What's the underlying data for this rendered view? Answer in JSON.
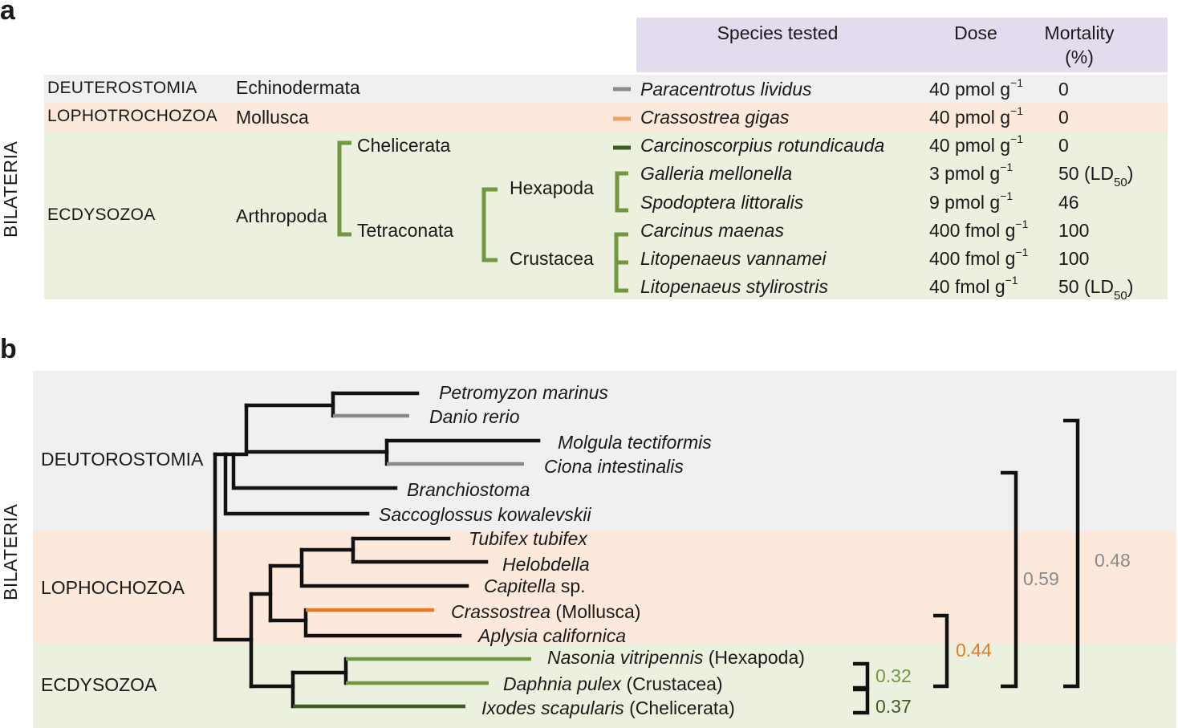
{
  "panels": {
    "a": "a",
    "b": "b"
  },
  "colors": {
    "deut_band": "#f0f0f0",
    "loph_band": "#fce9dc",
    "ecdy_band": "#ebf0df",
    "header_band": "#e3dcee",
    "gray": "#8a8a8a",
    "orange": "#e8791f",
    "green": "#72973e",
    "darkgreen": "#3f5a21"
  },
  "table": {
    "bilateria_label": "BILATERIA",
    "headers": {
      "species": "Species tested",
      "dose": "Dose",
      "mortality_line1": "Mortality",
      "mortality_line2": "(%)"
    },
    "groups": {
      "deuterostomia": "DEUTEROSTOMIA",
      "lophotrochozoa": "LOPHOTROCHOZOA",
      "ecdysozoa": "ECDYSOZOA"
    },
    "phyla": {
      "echinodermata": "Echinodermata",
      "mollusca": "Mollusca",
      "arthropoda": "Arthropoda",
      "chelicerata": "Chelicerata",
      "tetraconata": "Tetraconata",
      "hexapoda": "Hexapoda",
      "crustacea": "Crustacea"
    },
    "rows": [
      {
        "species": "Paracentrotus lividus",
        "dose": "40 pmol g",
        "dose_exp": "−1",
        "mortality": "0",
        "mort_sub": ""
      },
      {
        "species": "Crassostrea gigas",
        "dose": "40 pmol g",
        "dose_exp": "−1",
        "mortality": "0",
        "mort_sub": ""
      },
      {
        "species": "Carcinoscorpius rotundicauda",
        "dose": "40 pmol g",
        "dose_exp": "−1",
        "mortality": "0",
        "mort_sub": ""
      },
      {
        "species": "Galleria mellonella",
        "dose": "3 pmol g",
        "dose_exp": "−1",
        "mortality": "50 (LD",
        "mort_sub": "50",
        "mort_tail": ")"
      },
      {
        "species": "Spodoptera littoralis",
        "dose": "9 pmol g",
        "dose_exp": "−1",
        "mortality": "46",
        "mort_sub": ""
      },
      {
        "species": "Carcinus maenas",
        "dose": "400 fmol g",
        "dose_exp": "−1",
        "mortality": "100",
        "mort_sub": ""
      },
      {
        "species": "Litopenaeus vannamei",
        "dose": "400 fmol g",
        "dose_exp": "−1",
        "mortality": "100",
        "mort_sub": ""
      },
      {
        "species": "Litopenaeus stylirostris",
        "dose": "40 fmol g",
        "dose_exp": "−1",
        "mortality": "50 (LD",
        "mort_sub": "50",
        "mort_tail": ")"
      }
    ]
  },
  "tree": {
    "bilateria_label": "BILATERIA",
    "groups": {
      "deutorostomia": "DEUTOROSTOMIA",
      "lophochozoa": "LOPHOCHOZOA",
      "ecdysozoa": "ECDYSOZOA"
    },
    "tips": {
      "petromyzon": "Petromyzon marinus",
      "danio": "Danio rerio",
      "molgula": "Molgula tectiformis",
      "ciona": "Ciona intestinalis",
      "branchiostoma": "Branchiostoma",
      "saccoglossus": "Saccoglossus kowalevskii",
      "tubifex": "Tubifex tubifex",
      "helobdella": "Helobdella",
      "capitella": "Capitella",
      "capitella_sp": " sp.",
      "crassostrea": "Crassostrea",
      "crassostrea_note": " (Mollusca)",
      "aplysia": "Aplysia californica",
      "nasonia": "Nasonia vitripennis",
      "nasonia_note": " (Hexapoda)",
      "daphnia": "Daphnia pulex",
      "daphnia_note": " (Crustacea)",
      "ixodes": "Ixodes scapularis",
      "ixodes_note": " (Chelicerata)"
    },
    "values": {
      "v032": "0.32",
      "v037": "0.37",
      "v044": "0.44",
      "v059": "0.59",
      "v048": "0.48"
    }
  }
}
